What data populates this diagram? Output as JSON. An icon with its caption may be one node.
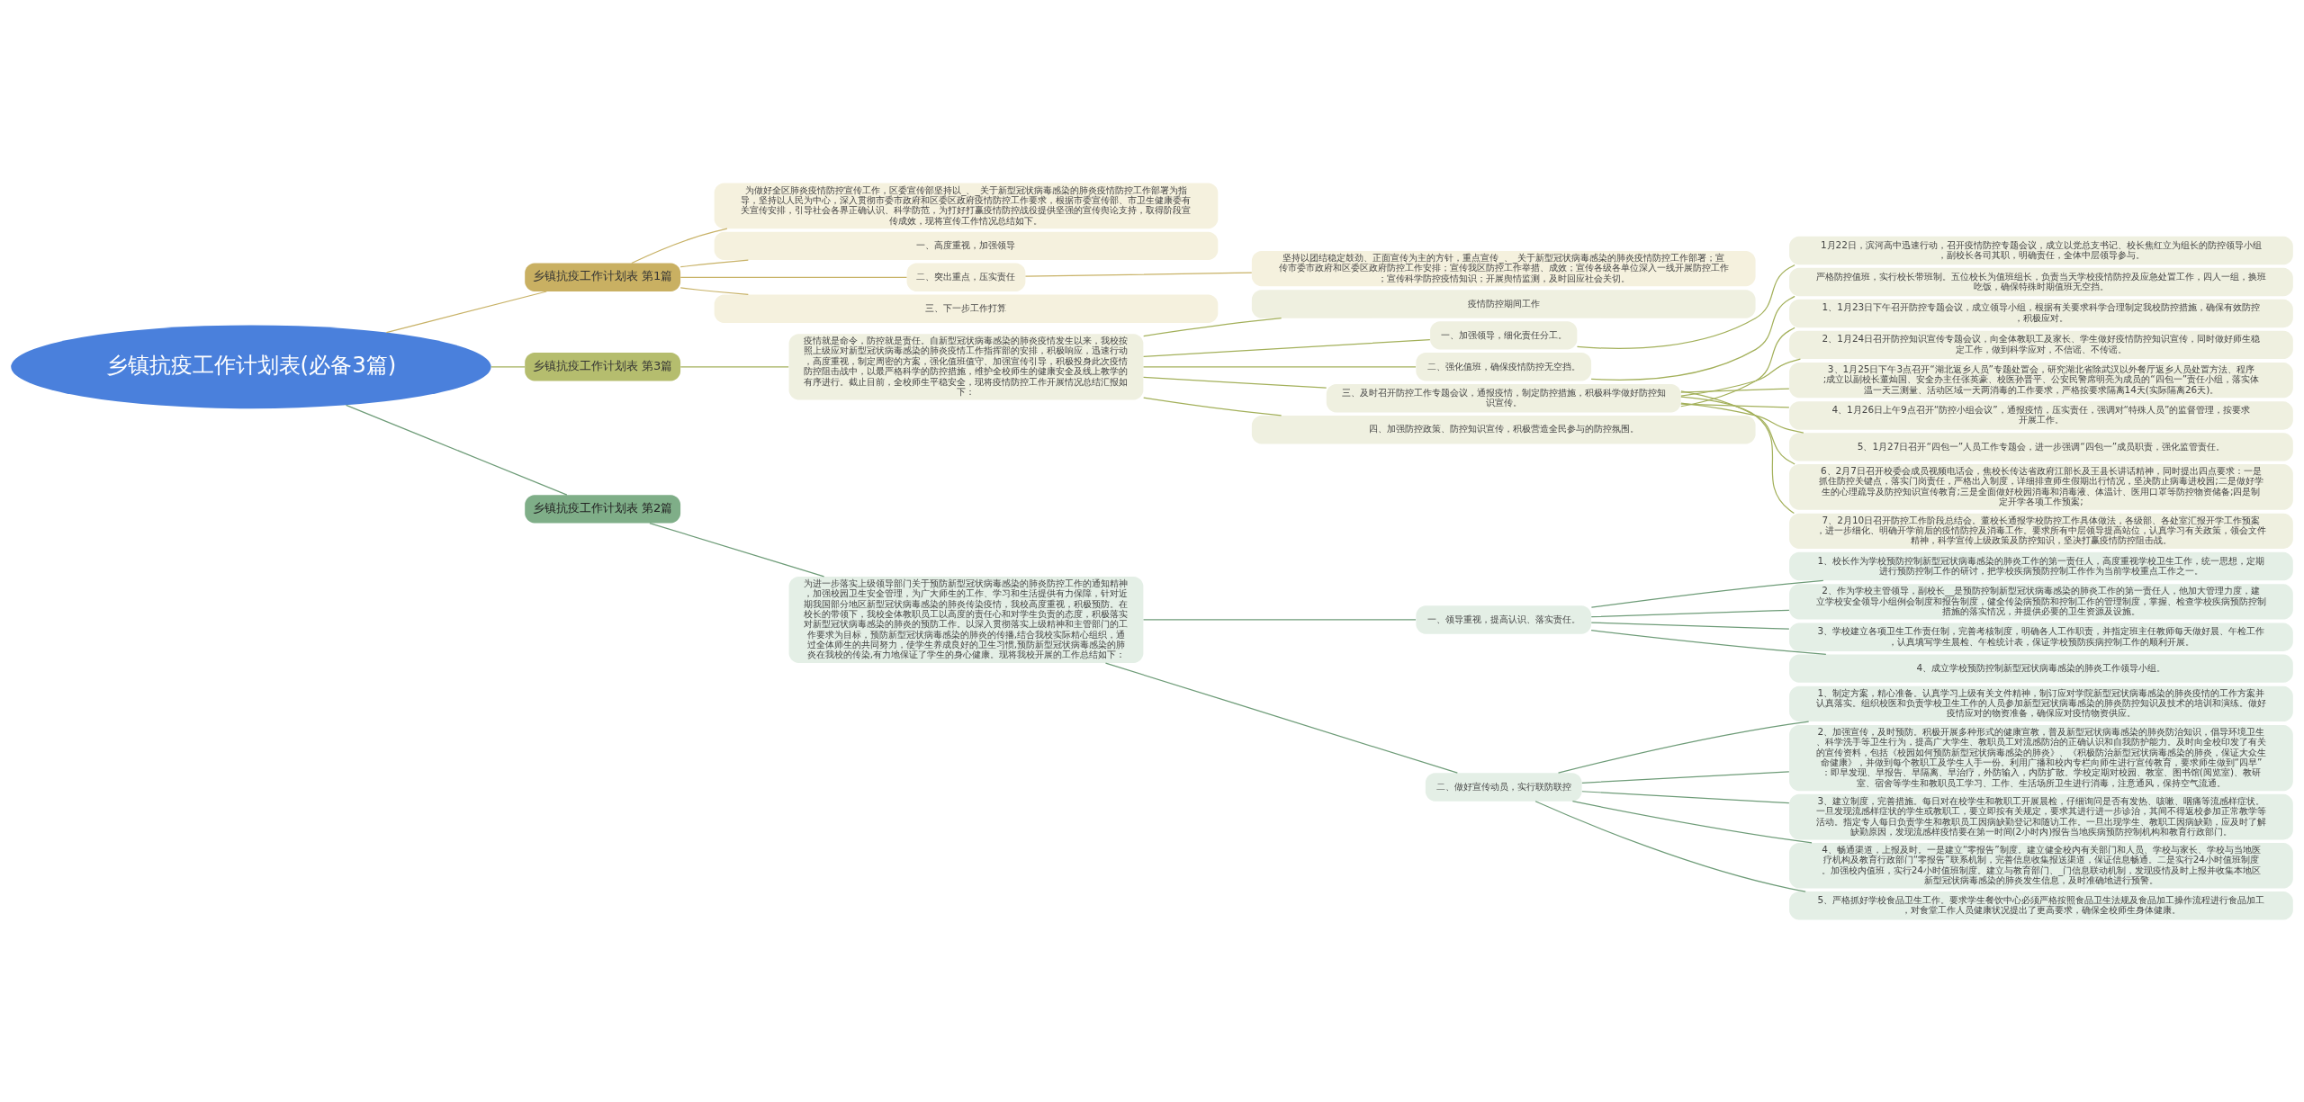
{
  "diagram": {
    "nodes": [
      {
        "text": [
          "乡镇抗疫工作计划表(必备3篇)"
        ]
      },
      {
        "text": [
          "乡镇抗疫工作计划表 第1篇"
        ]
      },
      {
        "text": [
          "为做好全区肺炎疫情防控宣传工作，区委宣传部坚持以_、_关于新型冠状病毒感染的肺炎疫情防控工作部署为指导，坚持以人民为中心，深入贯彻市委市政府和区委区政府疫情防控工作要求，根据市委宣传部、市卫生健康委有关宣传安排，引导社会各界正确认识、科学防范，为打好打赢疫情防控战役提供坚强的宣传舆论支持，取得阶段宣传成效，现将宣传工作情况总结如下。"
        ]
      },
      {
        "text": [
          "一、高度重视，加强领导"
        ]
      },
      {
        "text": [
          "二、突出重点，压实责任"
        ]
      },
      {
        "text": [
          "坚持以团结稳定鼓劲、正面宣传为主的方针，重点宣传_、_关于新型冠状病毒感染的肺炎疫情防控工作部署；宣传市委市政府和区委区政府防控工作安排；宣传我区防控工作举措、成效；宣传各级各单位深入一线开展防控工作；宣传科学防控疫情知识；开展舆情监测，及时回应社会关切。"
        ]
      },
      {
        "text": [
          "三、下一步工作打算"
        ]
      },
      {
        "text": [
          "乡镇抗疫工作计划表 第3篇"
        ]
      },
      {
        "text": [
          "疫情就是命令，防控就是责任。自新型冠状病毒感染的肺炎疫情发生以来，我校按照上级应对新型冠状病毒感染的肺炎疫情工作指挥部的安排，积极响应，迅速行动，高度重视，制定周密的方案，强化值班值守、加强宣传引导，积极投身此次疫情防控阻击战中，以最严格科学的防控措施，维护全校师生的健康安全及线上教学的有序进行。截止目前，全校师生平稳安全，现将疫情防控工作开展情况总结汇报如下："
        ]
      },
      {
        "text": [
          "疫情防控期间工作"
        ]
      },
      {
        "text": [
          "一、加强领导，细化责任分工。"
        ]
      },
      {
        "text": [
          "1月22日，滨河高中迅速行动，召开疫情防控专题会议，成立以党总支书记、校长焦红立为组长的防控领导小组，副校长各司其职，明确责任，全体中层领导参与。"
        ]
      },
      {
        "text": [
          "二、强化值班，确保疫情防控无空挡。"
        ]
      },
      {
        "text": [
          "严格防控值班，实行校长带班制。五位校长为值班组长，负责当天学校疫情防控及应急处置工作，四人一组，换班吃饭，确保特殊时期值班无空挡。"
        ]
      },
      {
        "text": [
          "三、及时召开防控工作专题会议，通报疫情，制定防控措施，积极科学做好防控知识宣传。"
        ]
      },
      {
        "text": [
          "1、1月23日下午召开防控专题会议，成立领导小组，根据有关要求科学合理制定我校防控措施，确保有效防控，积极应对。"
        ]
      },
      {
        "text": [
          "2、1月24日召开防控知识宣传专题会议，向全体教职工及家长、学生做好疫情防控知识宣传，同时做好师生稳定工作，做到科学应对，不信谣、不传谣。"
        ]
      },
      {
        "text": [
          "3、1月25日下午3点召开“湖北返乡人员”专题处置会，研究湖北省除武汉以外餐厅返乡人员处置方法、程序;成立以副校长董灿国、安全办主任张英豪、校医孙晋平、公安民警席明亮为成员的“四包一”责任小组，落实体温一天三测量、活动区域一天两消毒的工作要求，严格按要求隔离14天(实际隔离26天)。"
        ]
      },
      {
        "text": [
          "4、1月26日上午9点召开“防控小组会议”，通报疫情，压实责任，强调对“特殊人员”的监督管理，按要求开展工作。"
        ]
      },
      {
        "text": [
          "5、1月27日召开“四包一”人员工作专题会，进一步强调“四包一”成员职责，强化监管责任。"
        ]
      },
      {
        "text": [
          "6、2月7日召开校委会成员视频电话会，焦校长传达省政府江部长及王县长讲话精神，同时提出四点要求：一是抓住防控关键点，落实门岗责任，严格出入制度，详细排查师生假期出行情况，坚决防止病毒进校园;二是做好学生的心理疏导及防控知识宣传教育;三是全面做好校园消毒和消毒液、体温计、医用口罩等防控物资储备;四是制定开学各项工作预案;"
        ]
      },
      {
        "text": [
          "7、2月10日召开防控工作阶段总结会。董校长通报学校防控工作具体做法，各级部、各处室汇报开学工作预案，进一步细化、明确开学前后的疫情防控及消毒工作。要求所有中层领导提高站位，认真学习有关政策，领会文件精神，科学宣传上级政策及防控知识，坚决打赢疫情防控阻击战。"
        ]
      },
      {
        "text": [
          "四、加强防控政策、防控知识宣传，积极营造全民参与的防控氛围。"
        ]
      },
      {
        "text": [
          "乡镇抗疫工作计划表 第2篇"
        ]
      },
      {
        "text": [
          "为进一步落实上级领导部门关于预防新型冠状病毒感染的肺炎防控工作的通知精神，加强校园卫生安全管理，为广大师生的工作、学习和生活提供有力保障，针对近期我国部分地区新型冠状病毒感染的肺炎传染疫情，我校高度重视，积极预防。在校长的带领下，我校全体教职员工以高度的责任心和对学生负责的态度，积极落实对新型冠状病毒感染的肺炎的预防工作。以深入贯彻落实上级精神和主管部门的工作要求为目标，预防新型冠状病毒感染的肺炎的传播,结合我校实际精心组织，通过全体师生的共同努力，使学生养成良好的卫生习惯,预防新型冠状病毒感染的肺炎在我校的传染,有力地保证了学生的身心健康。现将我校开展的工作总结如下："
        ]
      },
      {
        "text": [
          "一、领导重视，提高认识、落实责任。"
        ]
      },
      {
        "text": [
          "1、校长作为学校预防控制新型冠状病毒感染的肺炎工作的第一责任人，高度重视学校卫生工作，统一思想，定期进行预防控制工作的研讨，把学校疾病预防控制工作作为当前学校重点工作之一。"
        ]
      },
      {
        "text": [
          "2、作为学校主管领导，副校长__是预防控制新型冠状病毒感染的肺炎工作的第一责任人，他加大管理力度，建立学校安全领导小组例会制度和报告制度，健全传染病预防和控制工作的管理制度，掌握、检查学校疾病预防控制措施的落实情况，并提供必要的卫生资源及设施。"
        ]
      },
      {
        "text": [
          "3、学校建立各项卫生工作责任制，完善考核制度，明确各人工作职责，并指定班主任教师每天做好晨、午检工作，认真填写学生晨检、午检统计表，保证学校预防疾病控制工作的顺利开展。"
        ]
      },
      {
        "text": [
          "4、成立学校预防控制新型冠状病毒感染的肺炎工作领导小组。"
        ]
      },
      {
        "text": [
          "二、做好宣传动员，实行联防联控"
        ]
      },
      {
        "text": [
          "1、制定方案，精心准备。认真学习上级有关文件精神，制订应对学院新型冠状病毒感染的肺炎疫情的工作方案并认真落实。组织校医和负责学校卫生工作的人员参加新型冠状病毒感染的肺炎防控知识及技术的培训和演练。做好疫情应对的物资准备，确保应对疫情物资供应。"
        ]
      },
      {
        "text": [
          "2、加强宣传，及时预防。积极开展多种形式的健康宣教，普及新型冠状病毒感染的肺炎防治知识，倡导环境卫生、科学洗手等卫生行为，提高广大学生、教职员工对流感防治的正确认识和自我防护能力。及时向全校印发了有关的宣传资料，包括《校园如何预防新型冠状病毒感染的肺炎》、《积极防治新型冠状病毒感染的肺炎，保证大众生命健康》，并做到每个教职工及学生人手一份。利用广播和校内专栏向师生进行宣传教育，要求师生做到“四早”：即早发现、早报告、早隔离、早治疗，外防输入，内防扩散。学校定期对校园、教室、图书馆(阅览室)、教研室、宿舍等学生和教职员工学习、工作、生活场所卫生进行消毒，注意通风，保持空气流通。"
        ]
      },
      {
        "text": [
          "3、建立制度，完善措施。每日对在校学生和教职工开展晨检，仔细询问是否有发热、咳嗽、咽痛等流感样症状。一旦发现流感样症状的学生或教职工，要立即按有关规定，要求其进行进一步诊治，其间不得返校参加正常教学等活动。指定专人每日负责学生和教职员工因病缺勤登记和随访工作。一旦出现学生、教职工因病缺勤，应及时了解缺勤原因，发现流感样疫情要在第一时间(2小时内)报告当地疾病预防控制机构和教育行政部门。"
        ]
      },
      {
        "text": [
          "4、畅通渠道，上报及时。一是建立“零报告”制度。建立健全校内有关部门和人员、学校与家长、学校与当地医疗机构及教育行政部门“零报告”联系机制，完善信息收集报送渠道，保证信息畅通。二是实行24小时值班制度。加强校内值班，实行24小时值班制度。建立与教育部门、_门信息联动机制，发现疫情及时上报并收集本地区新型冠状病毒感染的肺炎发生信息，及时准确地进行预警。"
        ]
      },
      {
        "text": [
          "5、严格抓好学校食品卫生工作。要求学生餐饮中心必须严格按照食品卫生法规及食品加工操作流程进行食品加工，对食堂工作人员健康状况提出了更高要求，确保全校师生身体健康。"
        ]
      }
    ],
    "edges": [
      {
        "from": 0,
        "to": 1,
        "arrow": "none",
        "color": "#c8b267"
      },
      {
        "from": 1,
        "to": 2,
        "arrow": "none",
        "color": "#c8b267"
      },
      {
        "from": 1,
        "to": 3,
        "arrow": "none",
        "color": "#c8b267"
      },
      {
        "from": 1,
        "to": 4,
        "arrow": "none",
        "color": "#c8b267"
      },
      {
        "from": 4,
        "to": 5,
        "arrow": "none",
        "color": "#c8b267"
      },
      {
        "from": 1,
        "to": 6,
        "arrow": "none",
        "color": "#c8b267"
      },
      {
        "from": 0,
        "to": 7,
        "arrow": "none"
      },
      {
        "from": 7,
        "to": 8,
        "arrow": "none"
      },
      {
        "from": 8,
        "to": 9,
        "arrow": "none"
      },
      {
        "from": 8,
        "to": 10,
        "arrow": "none"
      },
      {
        "from": 10,
        "to": 11,
        "arrow": "none"
      },
      {
        "from": 8,
        "to": 12,
        "arrow": "none"
      },
      {
        "from": 12,
        "to": 13,
        "arrow": "none"
      },
      {
        "from": 8,
        "to": 14,
        "arrow": "none"
      },
      {
        "from": 14,
        "to": 15,
        "arrow": "none"
      },
      {
        "from": 14,
        "to": 16,
        "arrow": "none"
      },
      {
        "from": 14,
        "to": 17,
        "arrow": "none"
      },
      {
        "from": 14,
        "to": 18,
        "arrow": "none"
      },
      {
        "from": 14,
        "to": 19,
        "arrow": "none"
      },
      {
        "from": 14,
        "to": 20,
        "arrow": "none"
      },
      {
        "from": 14,
        "to": 21,
        "arrow": "none"
      },
      {
        "from": 8,
        "to": 22,
        "arrow": "none"
      },
      {
        "from": 0,
        "to": 23,
        "arrow": "none",
        "color": "#6e9c78"
      },
      {
        "from": 23,
        "to": 24,
        "arrow": "none",
        "color": "#6e9c78"
      },
      {
        "from": 24,
        "to": 25,
        "arrow": "none",
        "color": "#6e9c78"
      },
      {
        "from": 25,
        "to": 26,
        "arrow": "none",
        "color": "#6e9c78"
      },
      {
        "from": 25,
        "to": 27,
        "arrow": "none",
        "color": "#6e9c78"
      },
      {
        "from": 25,
        "to": 28,
        "arrow": "none",
        "color": "#6e9c78"
      },
      {
        "from": 25,
        "to": 29,
        "arrow": "none",
        "color": "#6e9c78"
      },
      {
        "from": 24,
        "to": 30,
        "arrow": "none",
        "color": "#6e9c78"
      },
      {
        "from": 30,
        "to": 31,
        "arrow": "none",
        "color": "#6e9c78"
      },
      {
        "from": 30,
        "to": 32,
        "arrow": "none",
        "color": "#6e9c78"
      },
      {
        "from": 30,
        "to": 33,
        "arrow": "none",
        "color": "#6e9c78"
      },
      {
        "from": 30,
        "to": 34,
        "arrow": "none",
        "color": "#6e9c78"
      },
      {
        "from": 30,
        "to": 35,
        "arrow": "none",
        "color": "#6e9c78"
      }
    ]
  }
}
